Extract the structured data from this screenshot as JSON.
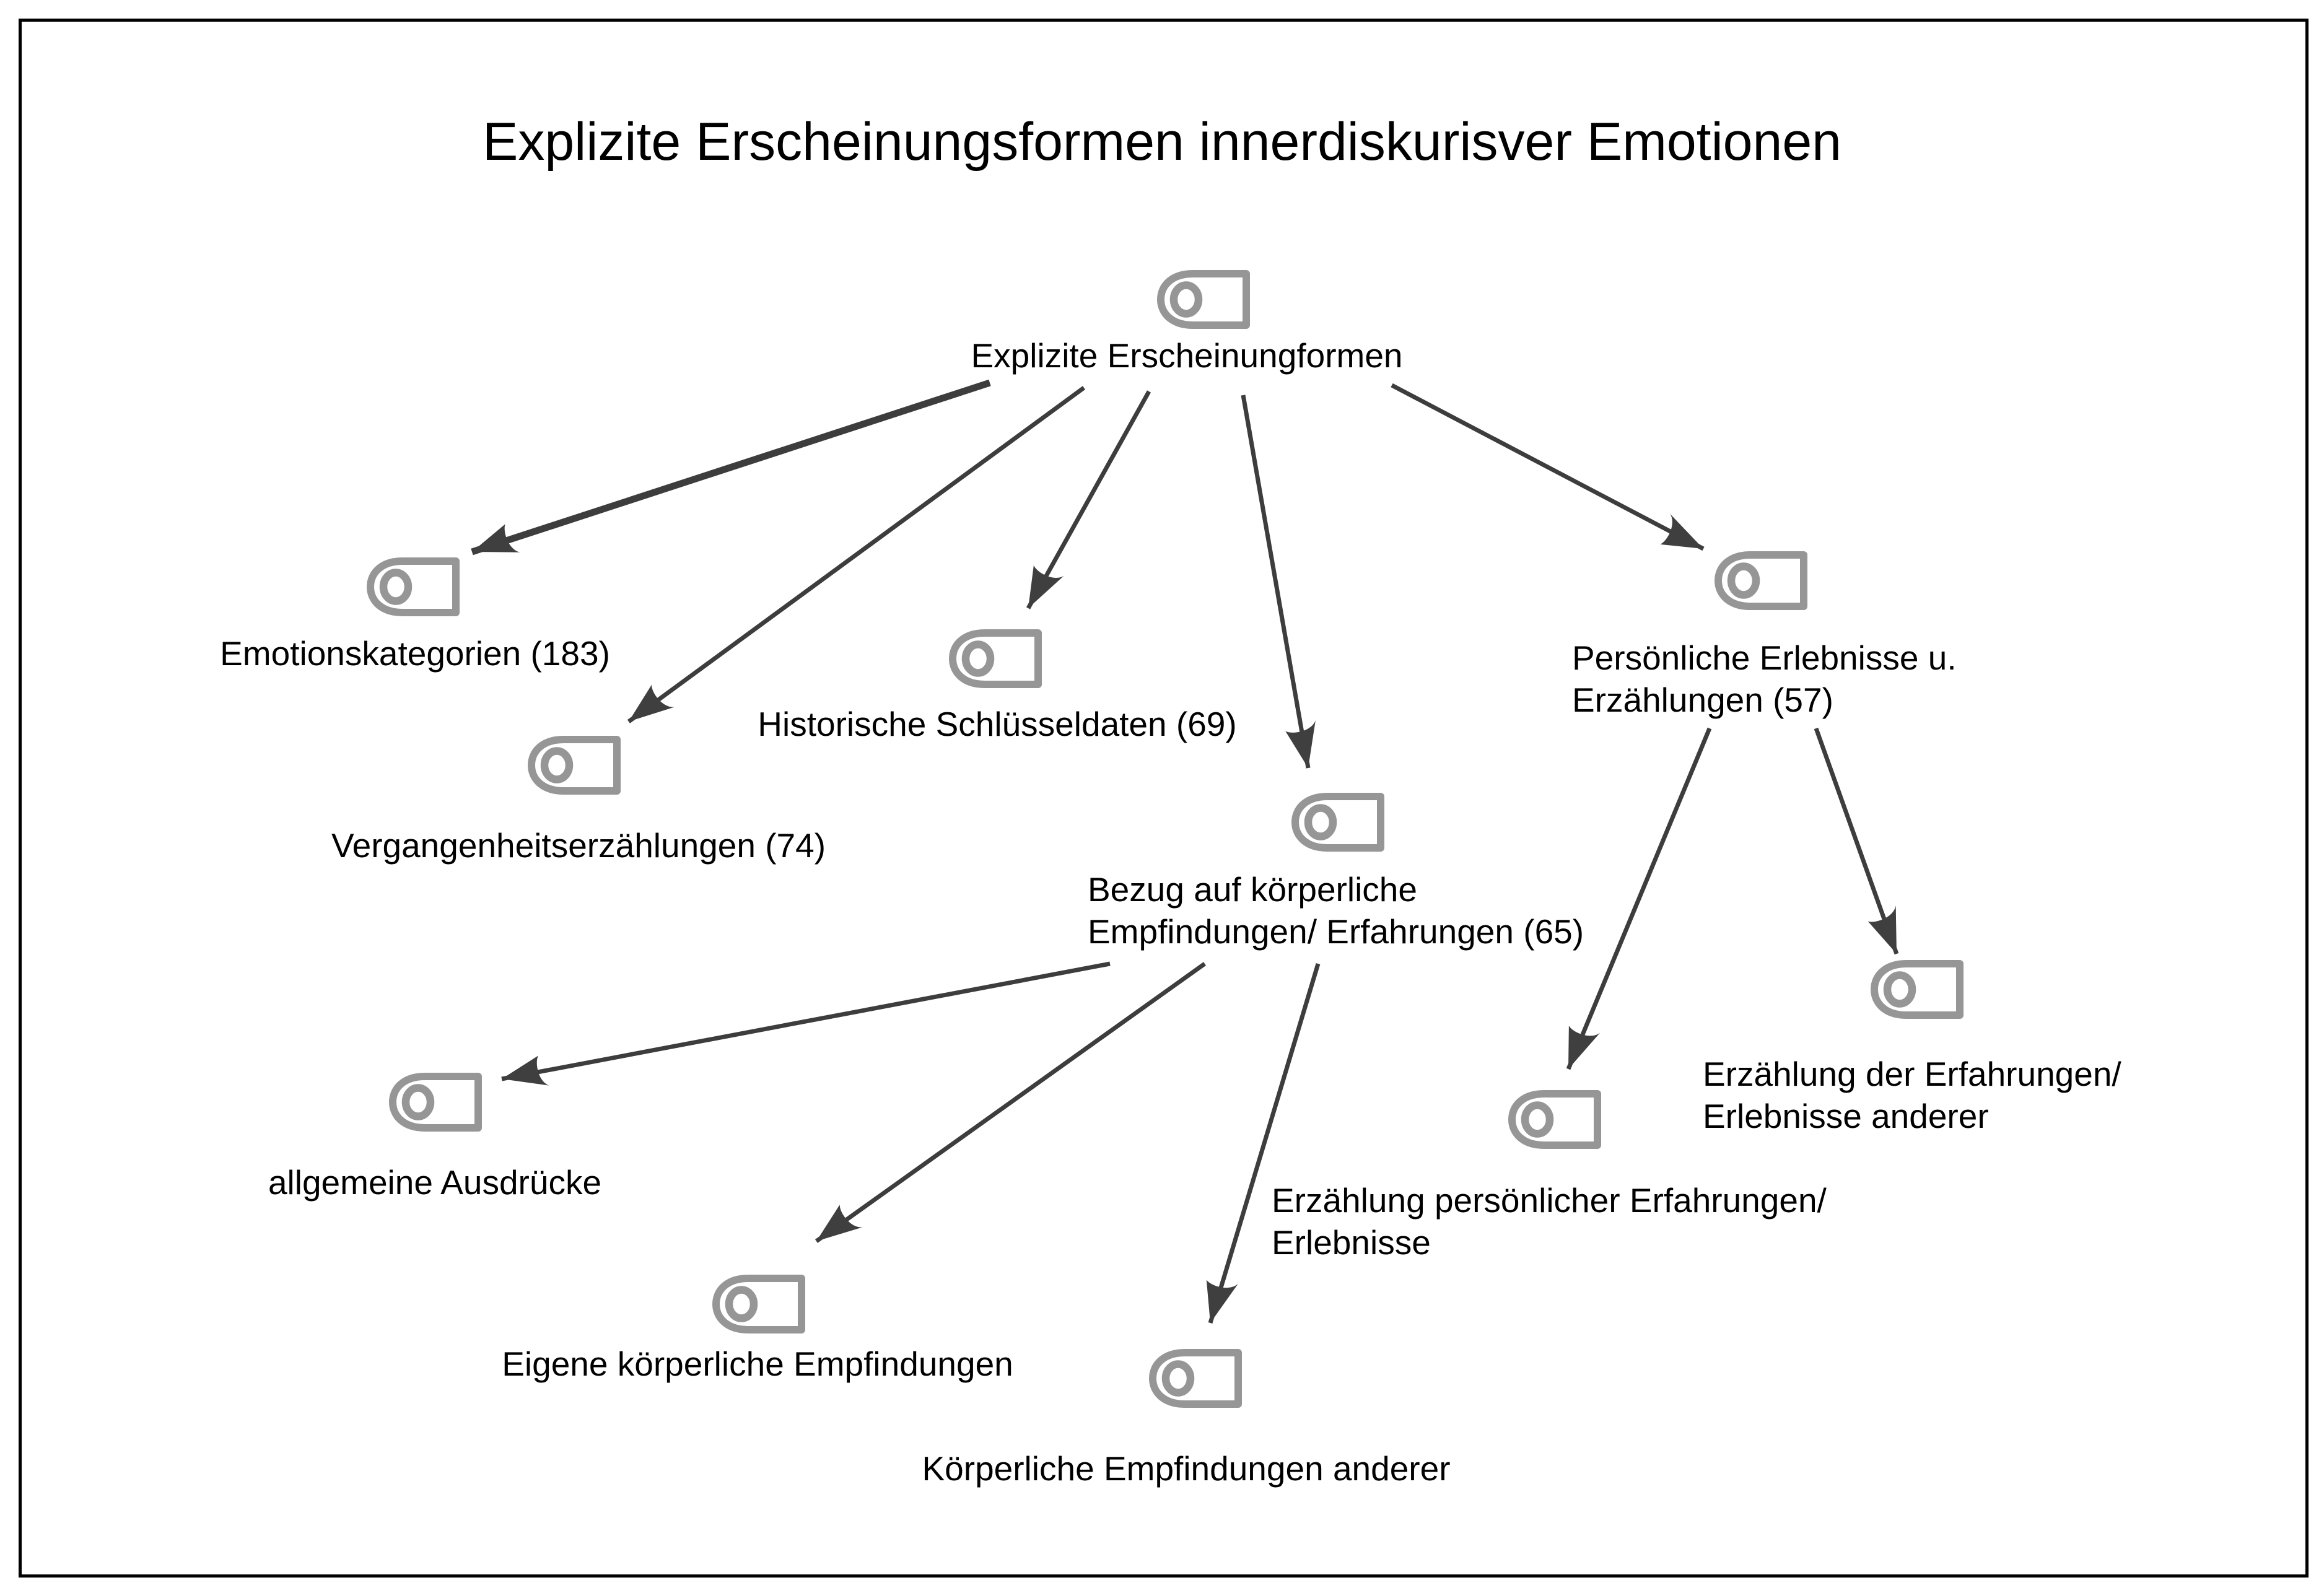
{
  "title": "Explizite Erscheinungsformen innerdiskurisver Emotionen",
  "colors": {
    "background": "#ffffff",
    "frame": "#000000",
    "text": "#000000",
    "icon_outline": "#969696",
    "arrow": "#3d3d3d"
  },
  "icons": {
    "node_icon": "tag-icon"
  },
  "nodes": [
    {
      "id": "root",
      "label": "Explizite Erscheinungformen"
    },
    {
      "id": "emotionskategorien",
      "label": "Emotionskategorien (183)",
      "count": 183
    },
    {
      "id": "vergangenheitserzaehlungen",
      "label": "Vergangenheitserzählungen (74)",
      "count": 74
    },
    {
      "id": "historische-schluesseldaten",
      "label": "Historische Schlüsseldaten (69)",
      "count": 69
    },
    {
      "id": "persoenliche-erlebnisse",
      "label": "Persönliche Erlebnisse u.\nErzählungen (57)",
      "count": 57
    },
    {
      "id": "bezug-koerperliche",
      "label": "Bezug auf körperliche\nEmpfindungen/ Erfahrungen (65)",
      "count": 65
    },
    {
      "id": "allgemeine-ausdruecke",
      "label": "allgemeine Ausdrücke"
    },
    {
      "id": "eigene-koerperliche",
      "label": "Eigene körperliche Empfindungen"
    },
    {
      "id": "koerperliche-anderer",
      "label": "Körperliche Empfindungen anderer"
    },
    {
      "id": "erzaehlung-persoenlicher",
      "label": "Erzählung persönlicher Erfahrungen/\nErlebnisse"
    },
    {
      "id": "erzaehlung-anderer",
      "label": "Erzählung der Erfahrungen/\nErlebnisse anderer"
    }
  ],
  "edges": [
    {
      "from": "root",
      "to": "emotionskategorien"
    },
    {
      "from": "root",
      "to": "vergangenheitserzaehlungen"
    },
    {
      "from": "root",
      "to": "historische-schluesseldaten"
    },
    {
      "from": "root",
      "to": "bezug-koerperliche"
    },
    {
      "from": "root",
      "to": "persoenliche-erlebnisse"
    },
    {
      "from": "persoenliche-erlebnisse",
      "to": "erzaehlung-persoenlicher"
    },
    {
      "from": "persoenliche-erlebnisse",
      "to": "erzaehlung-anderer"
    },
    {
      "from": "bezug-koerperliche",
      "to": "allgemeine-ausdruecke"
    },
    {
      "from": "bezug-koerperliche",
      "to": "eigene-koerperliche"
    },
    {
      "from": "bezug-koerperliche",
      "to": "koerperliche-anderer"
    }
  ]
}
